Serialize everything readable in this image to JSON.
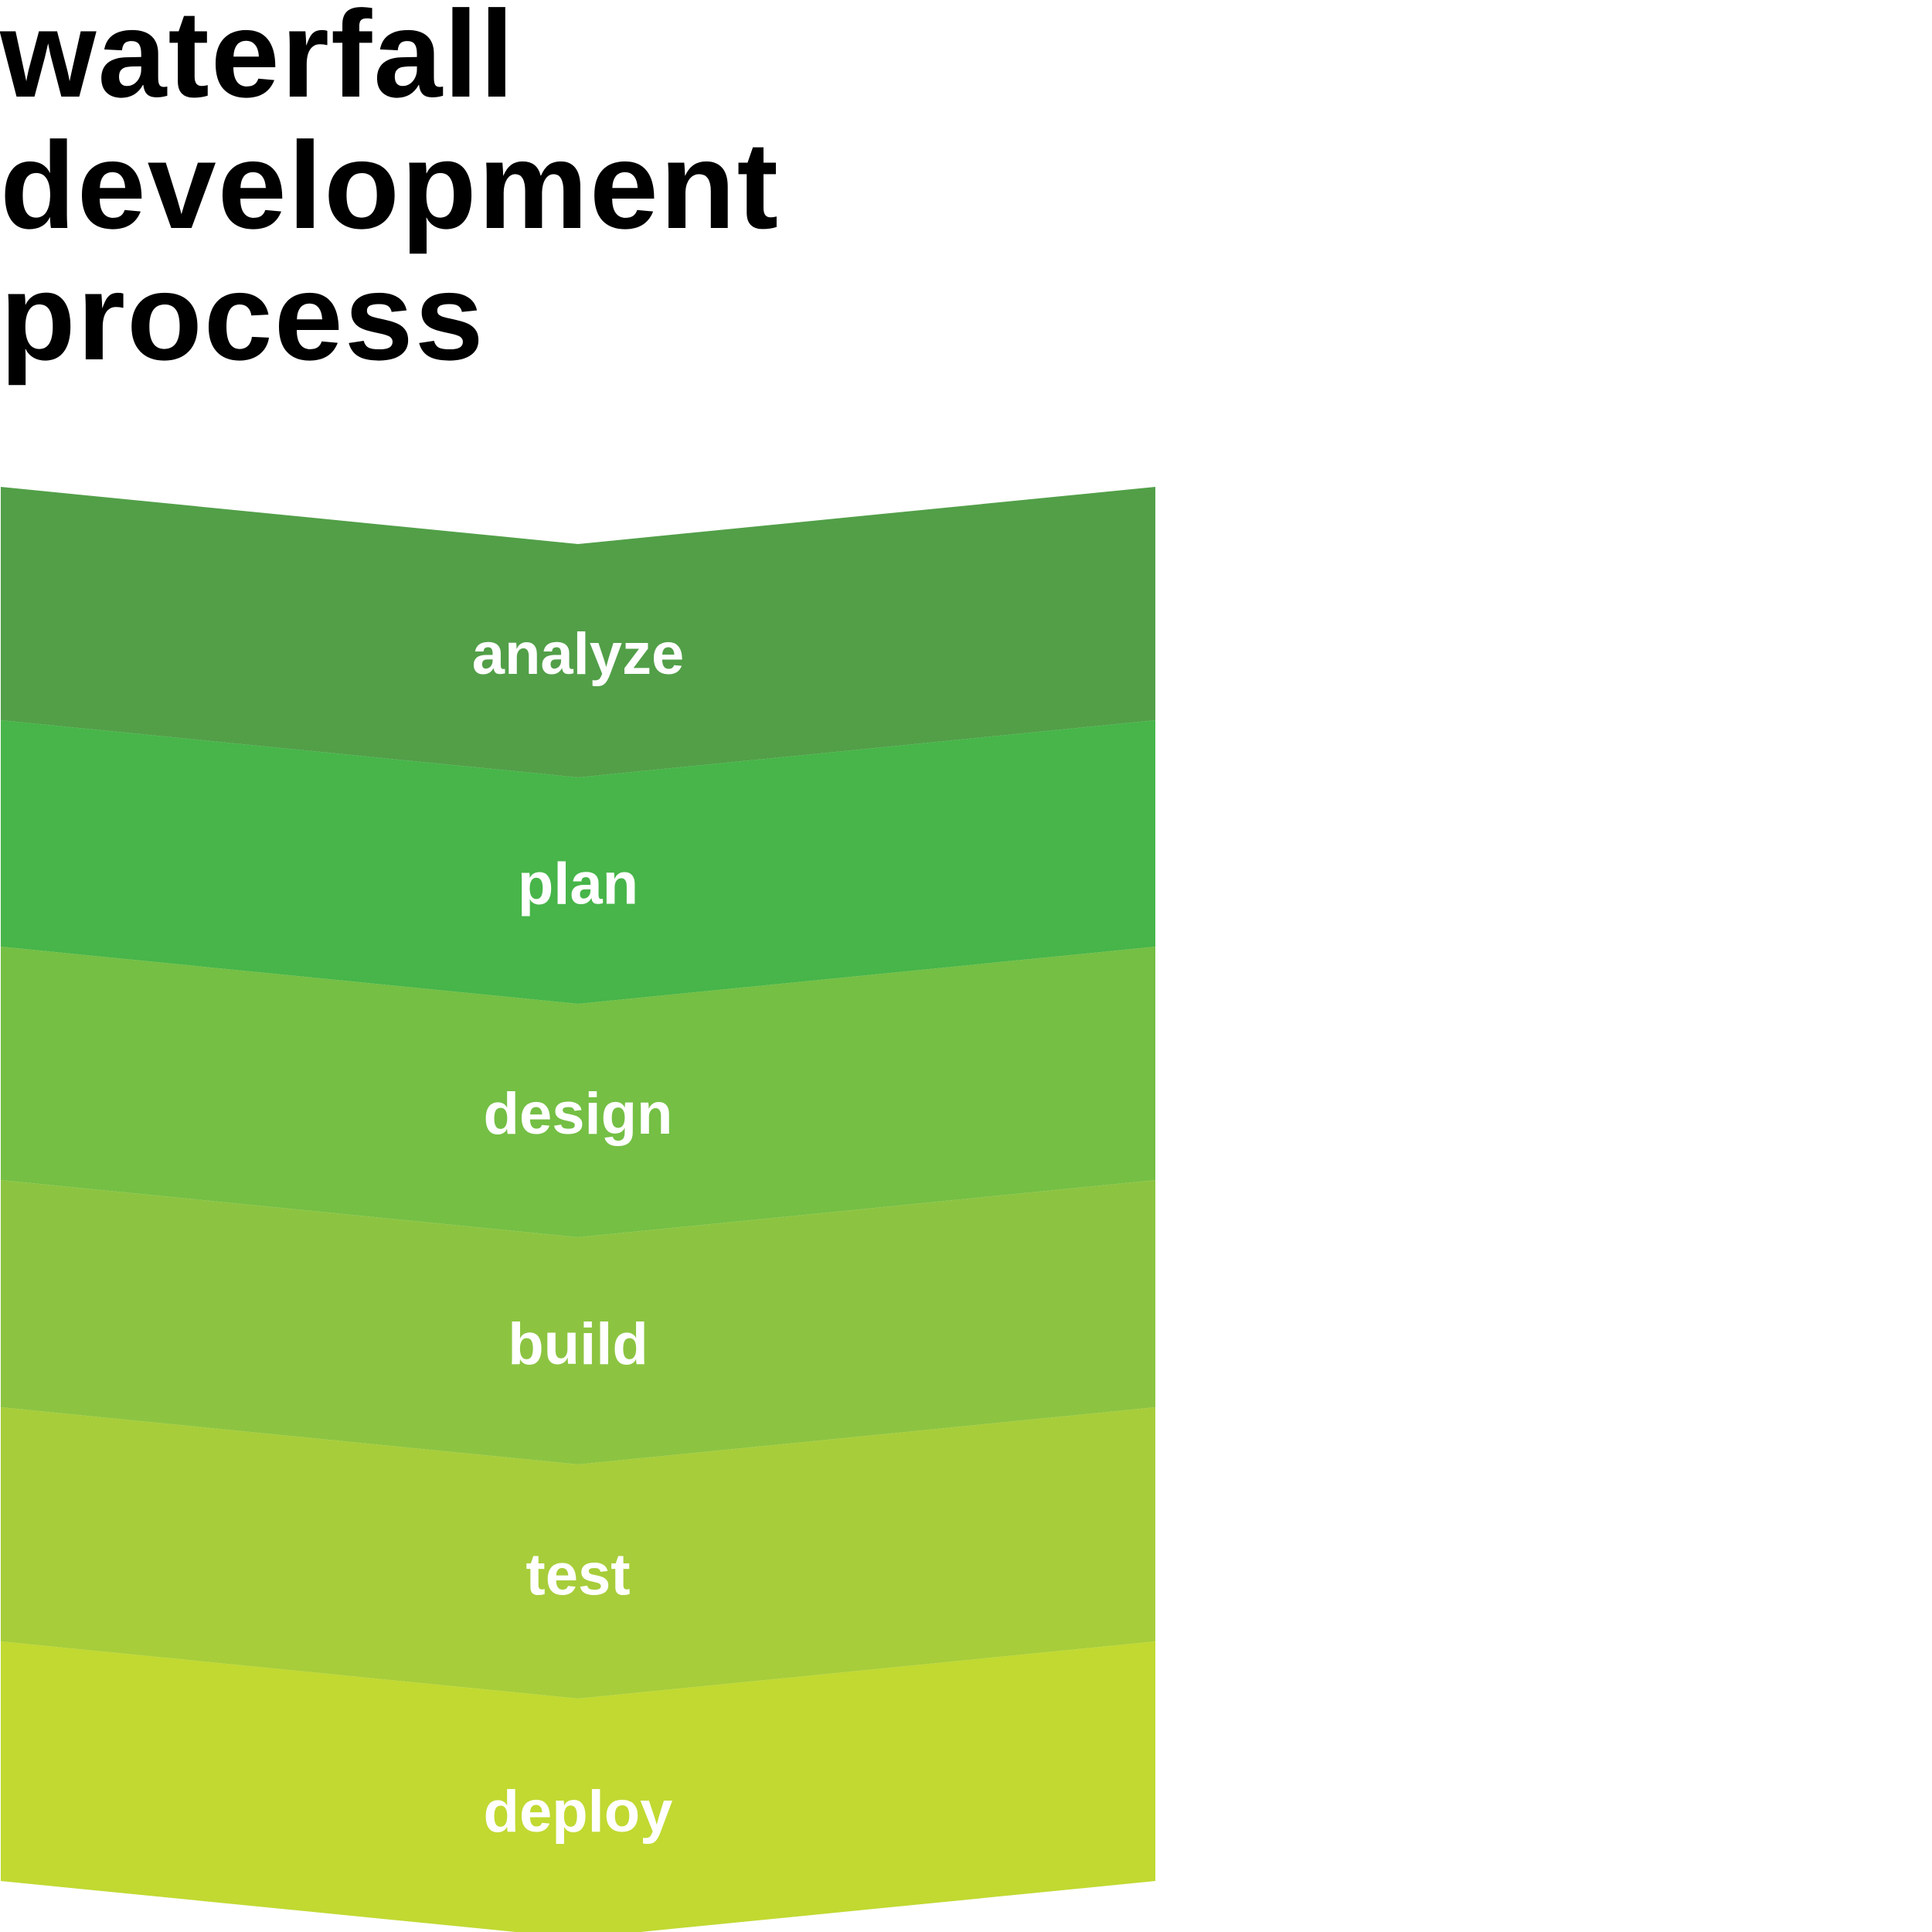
{
  "title": {
    "lines": [
      "waterfall",
      "development",
      "process"
    ]
  },
  "stages": [
    {
      "label": "analyze",
      "color": "#529f48"
    },
    {
      "label": "plan",
      "color": "#47b549"
    },
    {
      "label": "design",
      "color": "#74bf44"
    },
    {
      "label": "build",
      "color": "#8cc441"
    },
    {
      "label": "test",
      "color": "#a7cd3a"
    },
    {
      "label": "deploy",
      "color": "#c1d931"
    }
  ],
  "colors": {
    "background": "#ffffff",
    "title": "#000000",
    "stage_label": "#ffffff"
  }
}
